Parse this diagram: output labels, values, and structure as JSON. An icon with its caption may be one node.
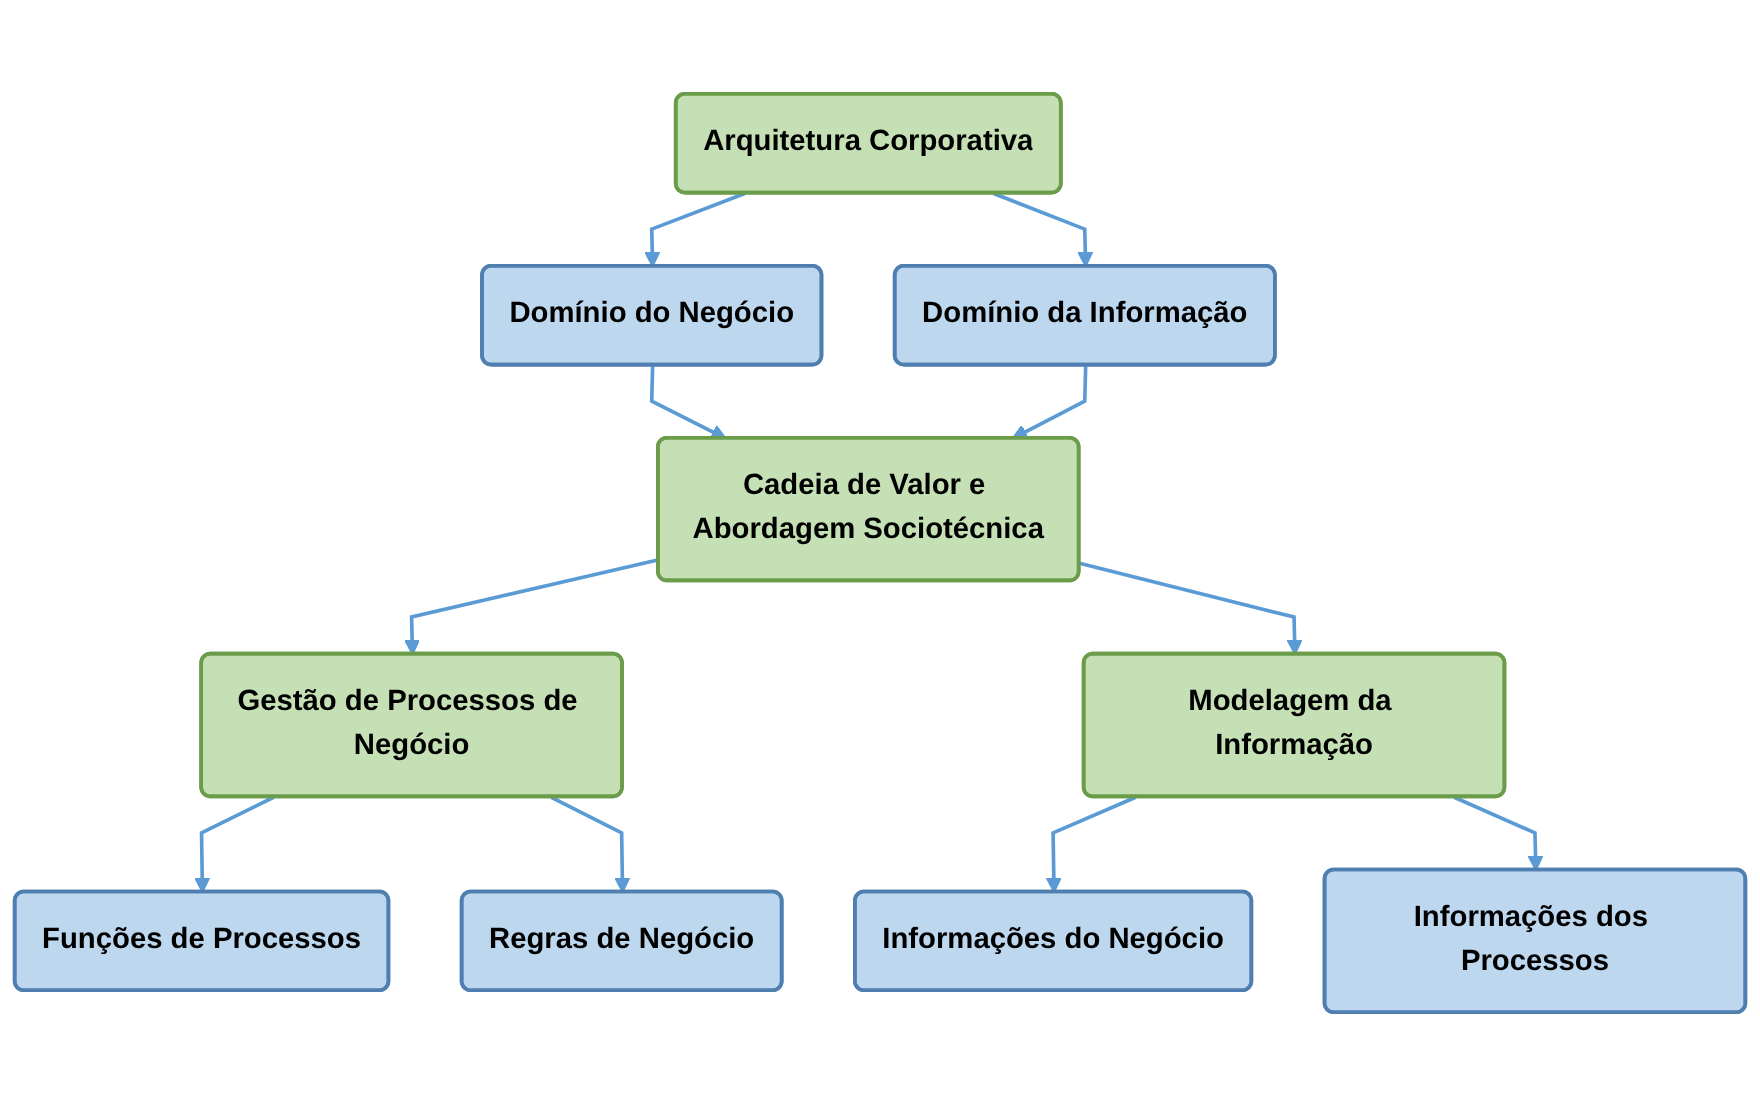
{
  "diagram": {
    "nodes": [
      {
        "text": [
          "Arquitetura Corporativa"
        ]
      },
      {
        "text": [
          "Domínio do Negócio"
        ]
      },
      {
        "text": [
          "Domínio da Informação"
        ]
      },
      {
        "text": [
          "Cadeia de Valor e Abordagem Sociotécnica"
        ]
      },
      {
        "text": [
          "Gestão de Processos de Negócio"
        ]
      },
      {
        "text": [
          "Modelagem da Informação"
        ]
      },
      {
        "text": [
          "Funções de Processos"
        ]
      },
      {
        "text": [
          "Regras de Negócio"
        ]
      },
      {
        "text": [
          "Informações do Negócio"
        ]
      },
      {
        "text": [
          "Informações dos Processos"
        ]
      }
    ],
    "edges": [
      {
        "from": 0,
        "to": 1,
        "arrow": "to"
      },
      {
        "from": 0,
        "to": 2,
        "arrow": "to"
      },
      {
        "from": 1,
        "to": 3,
        "arrow": "to"
      },
      {
        "from": 2,
        "to": 3,
        "arrow": "to"
      },
      {
        "from": 3,
        "to": 4,
        "arrow": "to"
      },
      {
        "from": 3,
        "to": 5,
        "arrow": "to"
      },
      {
        "from": 4,
        "to": 6,
        "arrow": "to"
      },
      {
        "from": 4,
        "to": 7,
        "arrow": "to"
      },
      {
        "from": 5,
        "to": 8,
        "arrow": "to"
      },
      {
        "from": 5,
        "to": 9,
        "arrow": "to"
      }
    ]
  }
}
